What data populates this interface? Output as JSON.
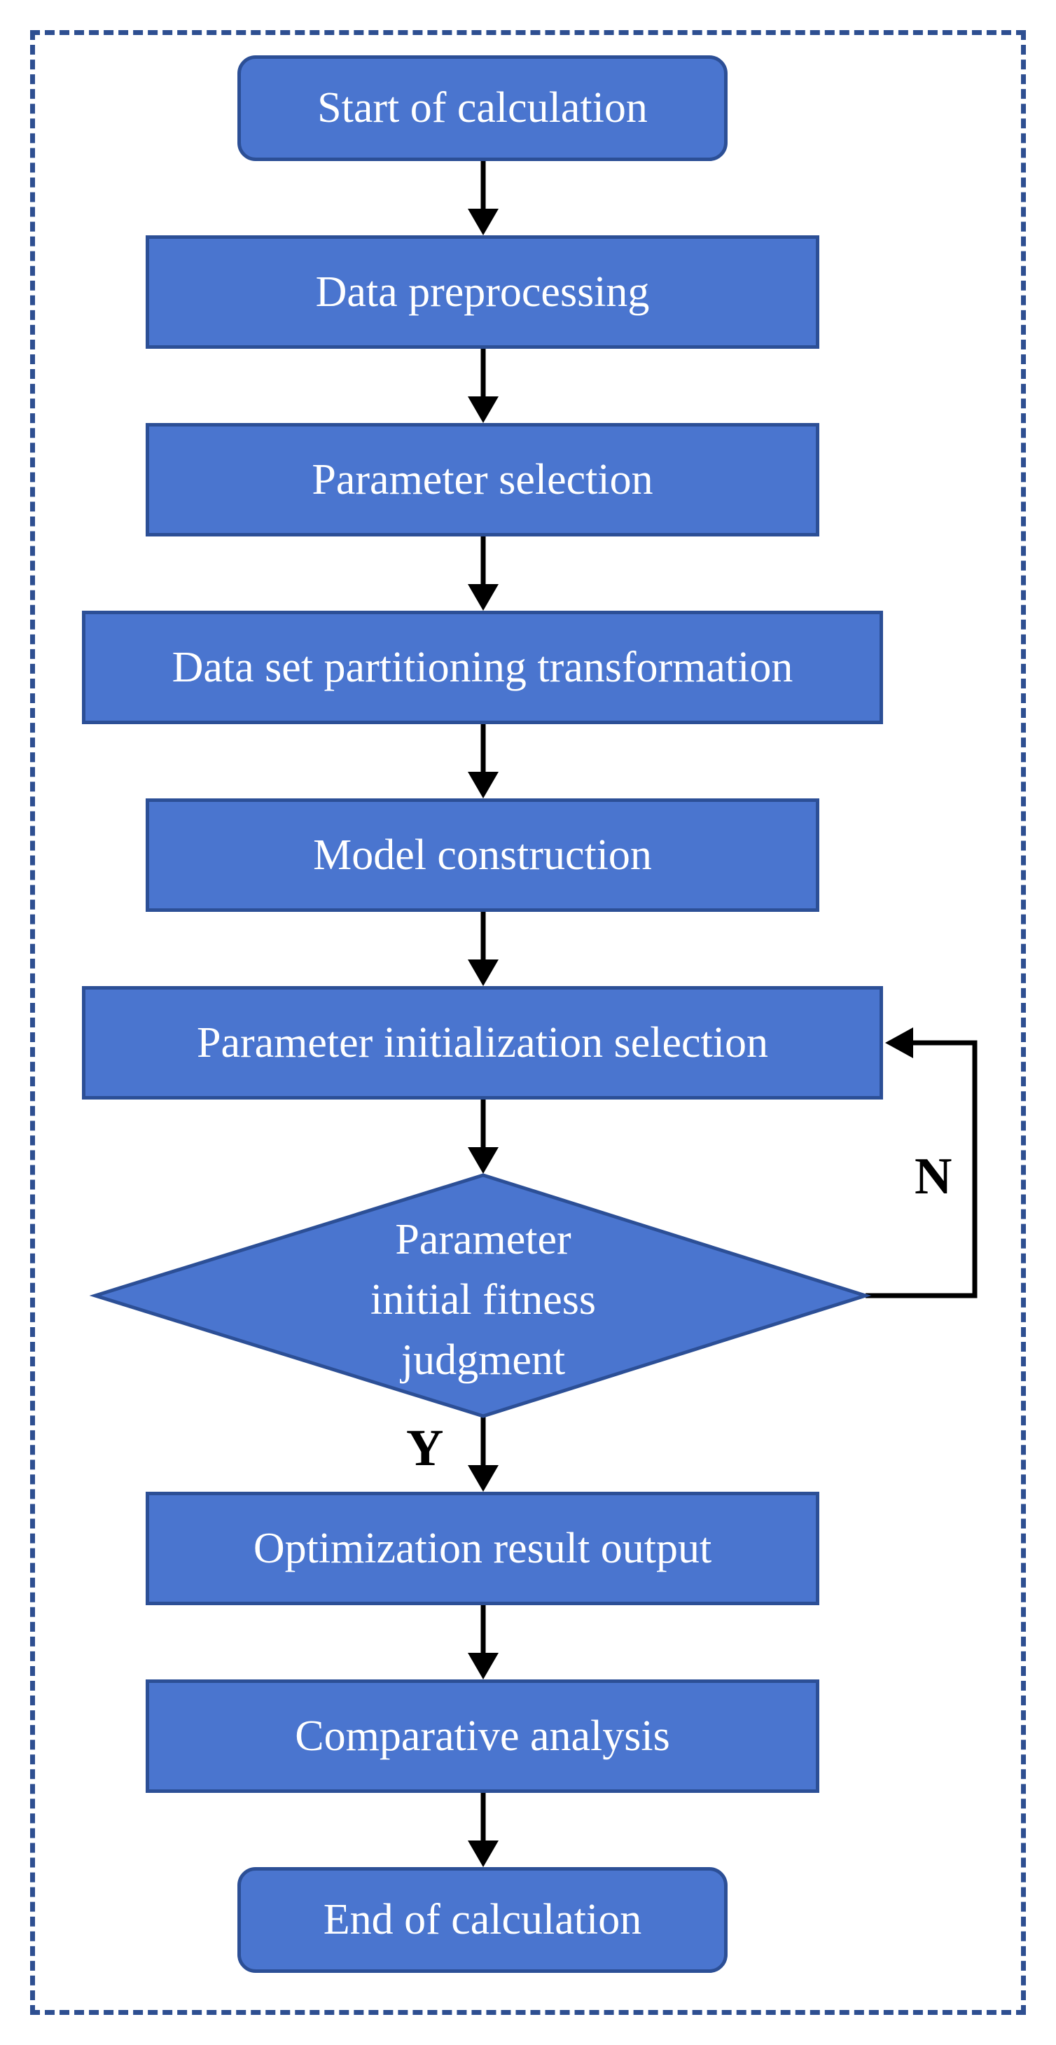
{
  "flowchart": {
    "start": "Start of calculation",
    "steps": [
      "Data preprocessing",
      "Parameter selection",
      "Data set partitioning transformation",
      "Model construction",
      "Parameter initialization selection"
    ],
    "decision": [
      "Parameter",
      "initial fitness",
      "judgment"
    ],
    "after_steps": [
      "Optimization result output",
      "Comparative analysis"
    ],
    "end": "End of calculation",
    "yes_label": "Y",
    "no_label": "N"
  },
  "colors": {
    "box_fill": "#4a75cf",
    "box_border": "#2c4f96",
    "frame_border": "#2e4f91",
    "arrow": "#000000"
  }
}
